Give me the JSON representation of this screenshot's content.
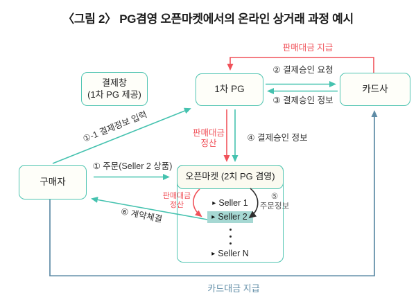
{
  "title": "〈그림 2〉 PG겸영 오픈마켓에서의 온라인 상거래 과정 예시",
  "colors": {
    "teal": "#45c2af",
    "red": "#f0525a",
    "blue": "#5f8ca6",
    "black": "#2e2e2e",
    "gray": "#555555",
    "seller_highlight": "#a6d8d3"
  },
  "nodes": {
    "payment_window": {
      "line1": "결제창",
      "line2": "(1차 PG 제공)"
    },
    "primary_pg": {
      "label": "1차 PG"
    },
    "card_company": {
      "label": "카드사"
    },
    "buyer": {
      "label": "구매자"
    },
    "open_market": {
      "label": "오픈마켓 (2치 PG 겸영)",
      "bullet": "▸",
      "sellers": [
        "Seller 1",
        "Seller 2",
        "Seller N"
      ]
    }
  },
  "labels": {
    "sales_payment": "판매대금 지급",
    "approval_request": "② 결제승인 요청",
    "approval_info": "③ 결제승인 정보",
    "payment_input": "①-1 결제정보 입력",
    "settlement_line1": "판매대금",
    "settlement_line2": "정산",
    "approval_info_4": "④ 결제승인 정보",
    "order": "① 주문(Seller 2 상품)",
    "contract": "⑥ 계약체결",
    "order_info_num": "⑤",
    "order_info": "주문정보",
    "card_payment": "카드대금 지급"
  }
}
